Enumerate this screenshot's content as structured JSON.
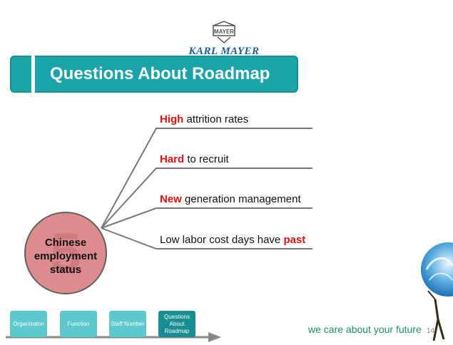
{
  "brand": {
    "logo_label": "MAYER",
    "company": "KARL MAYER",
    "tagline": "we care about your future"
  },
  "title": "Questions About Roadmap",
  "center_node": {
    "number": "5",
    "label_lines": [
      "Chinese",
      "employment",
      "status"
    ]
  },
  "branches": [
    {
      "highlight": "High",
      "rest": " attrition rates",
      "order": "highlight-first"
    },
    {
      "highlight": "Hard",
      "rest": " to recruit",
      "order": "highlight-first"
    },
    {
      "highlight": "New",
      "rest": " generation management",
      "order": "highlight-first"
    },
    {
      "highlight": "past",
      "rest": "Low labor cost days have ",
      "order": "highlight-last"
    }
  ],
  "nav": {
    "items": [
      {
        "label": "Organizaton",
        "active": false
      },
      {
        "label": "Function",
        "active": false
      },
      {
        "label": "Staff Number",
        "active": false
      },
      {
        "label": "Questions About Roadmap",
        "active": true
      }
    ]
  },
  "page_number": "14",
  "colors": {
    "accent_teal": "#1aa3a8",
    "highlight_red": "#e01010",
    "circle_fill": "#dc8c8c"
  }
}
